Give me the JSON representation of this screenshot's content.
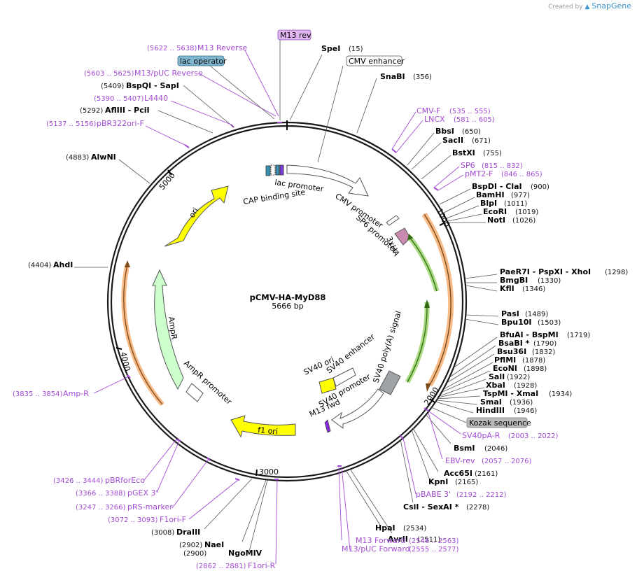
{
  "credit": {
    "created_by": "Created by",
    "brand": "SnapGene"
  },
  "plasmid": {
    "name": "pCMV-HA-MyD88",
    "size": "5666 bp"
  },
  "ticks": [
    "1000",
    "2000",
    "3000",
    "4000",
    "5000"
  ],
  "sites": [
    {
      "name": "SpeI",
      "pos": "(15)"
    },
    {
      "name": "SnaBI",
      "pos": "(356)"
    },
    {
      "name": "BbsI",
      "pos": "(650)"
    },
    {
      "name": "SacII",
      "pos": "(671)"
    },
    {
      "name": "BstXI",
      "pos": "(755)"
    },
    {
      "name": "BspDI - ClaI",
      "pos": "(900)"
    },
    {
      "name": "BamHI",
      "pos": "(977)"
    },
    {
      "name": "BlpI",
      "pos": "(1011)"
    },
    {
      "name": "EcoRI",
      "pos": "(1019)"
    },
    {
      "name": "NotI",
      "pos": "(1026)"
    },
    {
      "name": "PaeR7I - PspXI - XhoI",
      "pos": "(1298)"
    },
    {
      "name": "BmgBI",
      "pos": "(1330)"
    },
    {
      "name": "KflI",
      "pos": "(1346)"
    },
    {
      "name": "PasI",
      "pos": "(1489)"
    },
    {
      "name": "Bpu10I",
      "pos": "(1503)"
    },
    {
      "name": "BfuAI - BspMI",
      "pos": "(1719)"
    },
    {
      "name": "BsaBI *",
      "pos": "(1790)"
    },
    {
      "name": "Bsu36I",
      "pos": "(1832)"
    },
    {
      "name": "PflMI",
      "pos": "(1878)"
    },
    {
      "name": "EcoNI",
      "pos": "(1898)"
    },
    {
      "name": "SalI",
      "pos": "(1922)"
    },
    {
      "name": "XbaI",
      "pos": "(1928)"
    },
    {
      "name": "TspMI - XmaI",
      "pos": "(1934)"
    },
    {
      "name": "SmaI",
      "pos": "(1936)"
    },
    {
      "name": "HindIII",
      "pos": "(1946)"
    },
    {
      "name": "BsmI",
      "pos": "(2046)"
    },
    {
      "name": "Acc65I",
      "pos": "(2161)"
    },
    {
      "name": "KpnI",
      "pos": "(2165)"
    },
    {
      "name": "CsiI - SexAI *",
      "pos": "(2278)"
    },
    {
      "name": "AvrII",
      "pos": "(2511)"
    },
    {
      "name": "HpaI",
      "pos": "(2534)"
    },
    {
      "name": "NgoMIV",
      "pos": "(2900)"
    },
    {
      "name": "NaeI",
      "pos": "(2902)"
    },
    {
      "name": "DraIII",
      "pos": "(3008)"
    },
    {
      "name": "AhdI",
      "pos": "(4404)"
    },
    {
      "name": "AlwNI",
      "pos": "(4883)"
    },
    {
      "name": "AflIII - PciI",
      "pos": "(5292)"
    },
    {
      "name": "BspQI - SapI",
      "pos": "(5409)"
    }
  ],
  "primers": [
    {
      "name": "M13 Reverse",
      "range": "(5622 .. 5638)"
    },
    {
      "name": "M13/pUC Reverse",
      "range": "(5603 .. 5625)"
    },
    {
      "name": "L4440",
      "range": "(5390 .. 5407)"
    },
    {
      "name": "pBR322ori-F",
      "range": "(5137 .. 5156)"
    },
    {
      "name": "CMV-F",
      "range": "(535 .. 555)"
    },
    {
      "name": "LNCX",
      "range": "(581 .. 605)"
    },
    {
      "name": "SP6",
      "range": "(815 .. 832)"
    },
    {
      "name": "pMT2-F",
      "range": "(846 .. 865)"
    },
    {
      "name": "SV40pA-R",
      "range": "(2003 .. 2022)"
    },
    {
      "name": "EBV-rev",
      "range": "(2057 .. 2076)"
    },
    {
      "name": "pBABE 3'",
      "range": "(2192 .. 2212)"
    },
    {
      "name": "M13 Forward",
      "range": "(2546 .. 2563)"
    },
    {
      "name": "M13/pUC Forward",
      "range": "(2555 .. 2577)"
    },
    {
      "name": "F1ori-R",
      "range": "(2862 .. 2881)"
    },
    {
      "name": "F1ori-F",
      "range": "(3072 .. 3093)"
    },
    {
      "name": "pRS-marker",
      "range": "(3247 .. 3266)"
    },
    {
      "name": "pGEX 3'",
      "range": "(3366 .. 3388)"
    },
    {
      "name": "pBRforEco",
      "range": "(3426 .. 3444)"
    },
    {
      "name": "Amp-R",
      "range": "(3835 .. 3854)"
    }
  ],
  "boxed_labels": {
    "m13_rev": "M13 rev",
    "lac_operator": "lac operator",
    "cmv_enhancer": "CMV enhancer",
    "kozak": "Kozak sequence"
  },
  "features": {
    "cap": "CAP binding site",
    "lac_promoter": "lac promoter",
    "cmv_promoter": "CMV promoter",
    "sp6_promoter": "SP6 promoter",
    "ha": "3xHA",
    "sv40_polya": "SV40 poly(A) signal",
    "sv40_ori": "SV40 ori",
    "sv40_enhancer": "SV40 enhancer",
    "sv40_promoter": "SV40 promoter",
    "m13_fwd": "M13 fwd",
    "f1_ori": "f1 ori",
    "ampr": "AmpR",
    "ampr_promoter": "AmpR promoter",
    "ori": "ori"
  },
  "colors": {
    "primer": "#a24bd4",
    "ori": "#ffff00",
    "ampr": "#ccffcc",
    "ha": "#c98ab0",
    "orf_orange": "#f7b37a",
    "orf_green": "#9bd36b",
    "polya": "#9ea3a8",
    "lac_operator_box": "#7fb6cf",
    "m13_rev_box": "#e3b8f2",
    "kozak_box": "#bbbbbb"
  }
}
